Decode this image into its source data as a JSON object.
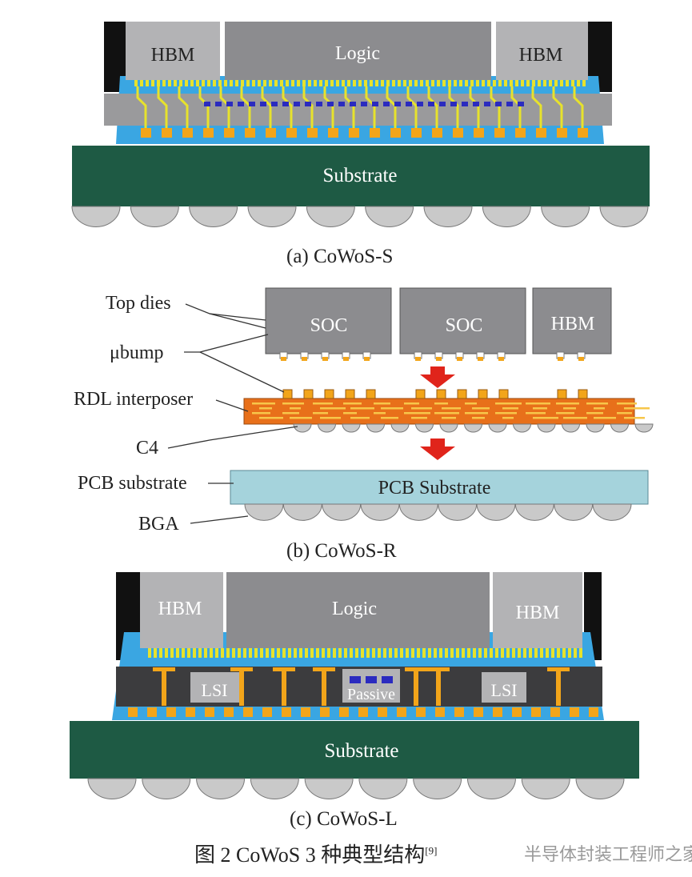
{
  "colors": {
    "die_gray": "#8c8c8f",
    "hbm_gray": "#b3b3b5",
    "die_dark": "#3c3c3e",
    "underfill_blue": "#3aa6e2",
    "substrate_green": "#1e5a44",
    "wire_yellow": "#e7e22c",
    "bump_orange": "#f2a51a",
    "passive_blue": "#2b2bbf",
    "rdl_orange": "#e8701a",
    "pcb_blue": "#a5d3dc",
    "arrow_red": "#e0241b",
    "ball_gray": "#c9c9c9"
  },
  "panel_a": {
    "hbm_left": "HBM",
    "logic": "Logic",
    "hbm_right": "HBM",
    "substrate": "Substrate",
    "caption": "(a) CoWoS-S"
  },
  "panel_b": {
    "die_1": "SOC",
    "die_2": "SOC",
    "die_3": "HBM",
    "label_top_dies": "Top dies",
    "label_ubump": "μbump",
    "label_rdl": "RDL interposer",
    "label_c4": "C4",
    "label_pcb": "PCB substrate",
    "label_bga": "BGA",
    "pcb_text": "PCB Substrate",
    "caption": "(b) CoWoS-R"
  },
  "panel_c": {
    "hbm_left": "HBM",
    "logic": "Logic",
    "hbm_right": "HBM",
    "lsi_left": "LSI",
    "passive": "Passive",
    "lsi_right": "LSI",
    "substrate": "Substrate",
    "caption": "(c) CoWoS-L"
  },
  "figure_caption": "图 2 CoWoS 3 种典型结构",
  "figure_ref": "[9]",
  "watermark": "半导体封装工程师之家"
}
